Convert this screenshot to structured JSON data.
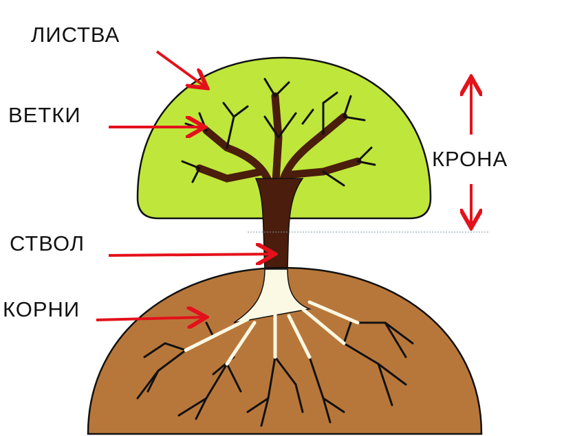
{
  "labels": {
    "foliage": "ЛИСТВА",
    "branches": "ВЕТКИ",
    "crown": "КРОНА",
    "trunk": "СТВОЛ",
    "roots": "КОРНИ"
  },
  "colors": {
    "foliage": "#bfe63a",
    "soil": "#b8773a",
    "trunk": "#4a1d0c",
    "roots": "#fbf8e4",
    "arrow": "#e3111b"
  }
}
